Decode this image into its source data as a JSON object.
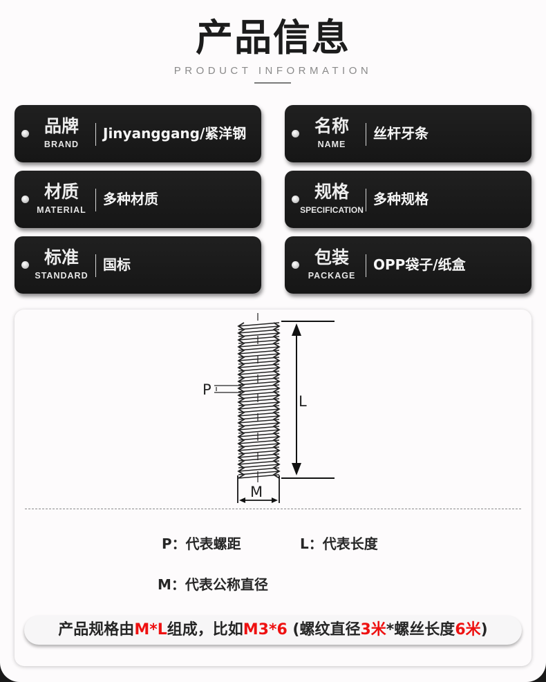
{
  "header": {
    "title": "产品信息",
    "subtitle": "PRODUCT INFORMATION"
  },
  "tags": [
    {
      "label_cn": "品牌",
      "label_en": "BRAND",
      "value": "Jinyanggang/紧洋钢"
    },
    {
      "label_cn": "名称",
      "label_en": "NAME",
      "value": "丝杆牙条"
    },
    {
      "label_cn": "材质",
      "label_en": "MATERIAL",
      "value": "多种材质"
    },
    {
      "label_cn": "规格",
      "label_en": "SPECIFICATION",
      "value": "多种规格"
    },
    {
      "label_cn": "标准",
      "label_en": "STANDARD",
      "value": "国标"
    },
    {
      "label_cn": "包装",
      "label_en": "PACKAGE",
      "value": "OPP袋子/纸盒"
    }
  ],
  "diagram": {
    "label_p": "P",
    "label_l": "L",
    "label_m": "M"
  },
  "legend": {
    "p": "P：代表螺距",
    "l": "L：代表长度",
    "m": "M：代表公称直径"
  },
  "spec_note": {
    "part1": "产品规格由",
    "part2": "M*L",
    "part3": "组成，比如",
    "part4": "M3*6",
    "part5": " (螺纹直径",
    "part6": "3米",
    "part7": "*螺丝长度",
    "part8": "6米",
    "part9": ")"
  },
  "colors": {
    "tag_bg": "#1c1c1c",
    "accent_red": "#ee1111",
    "text_dark": "#262626"
  }
}
